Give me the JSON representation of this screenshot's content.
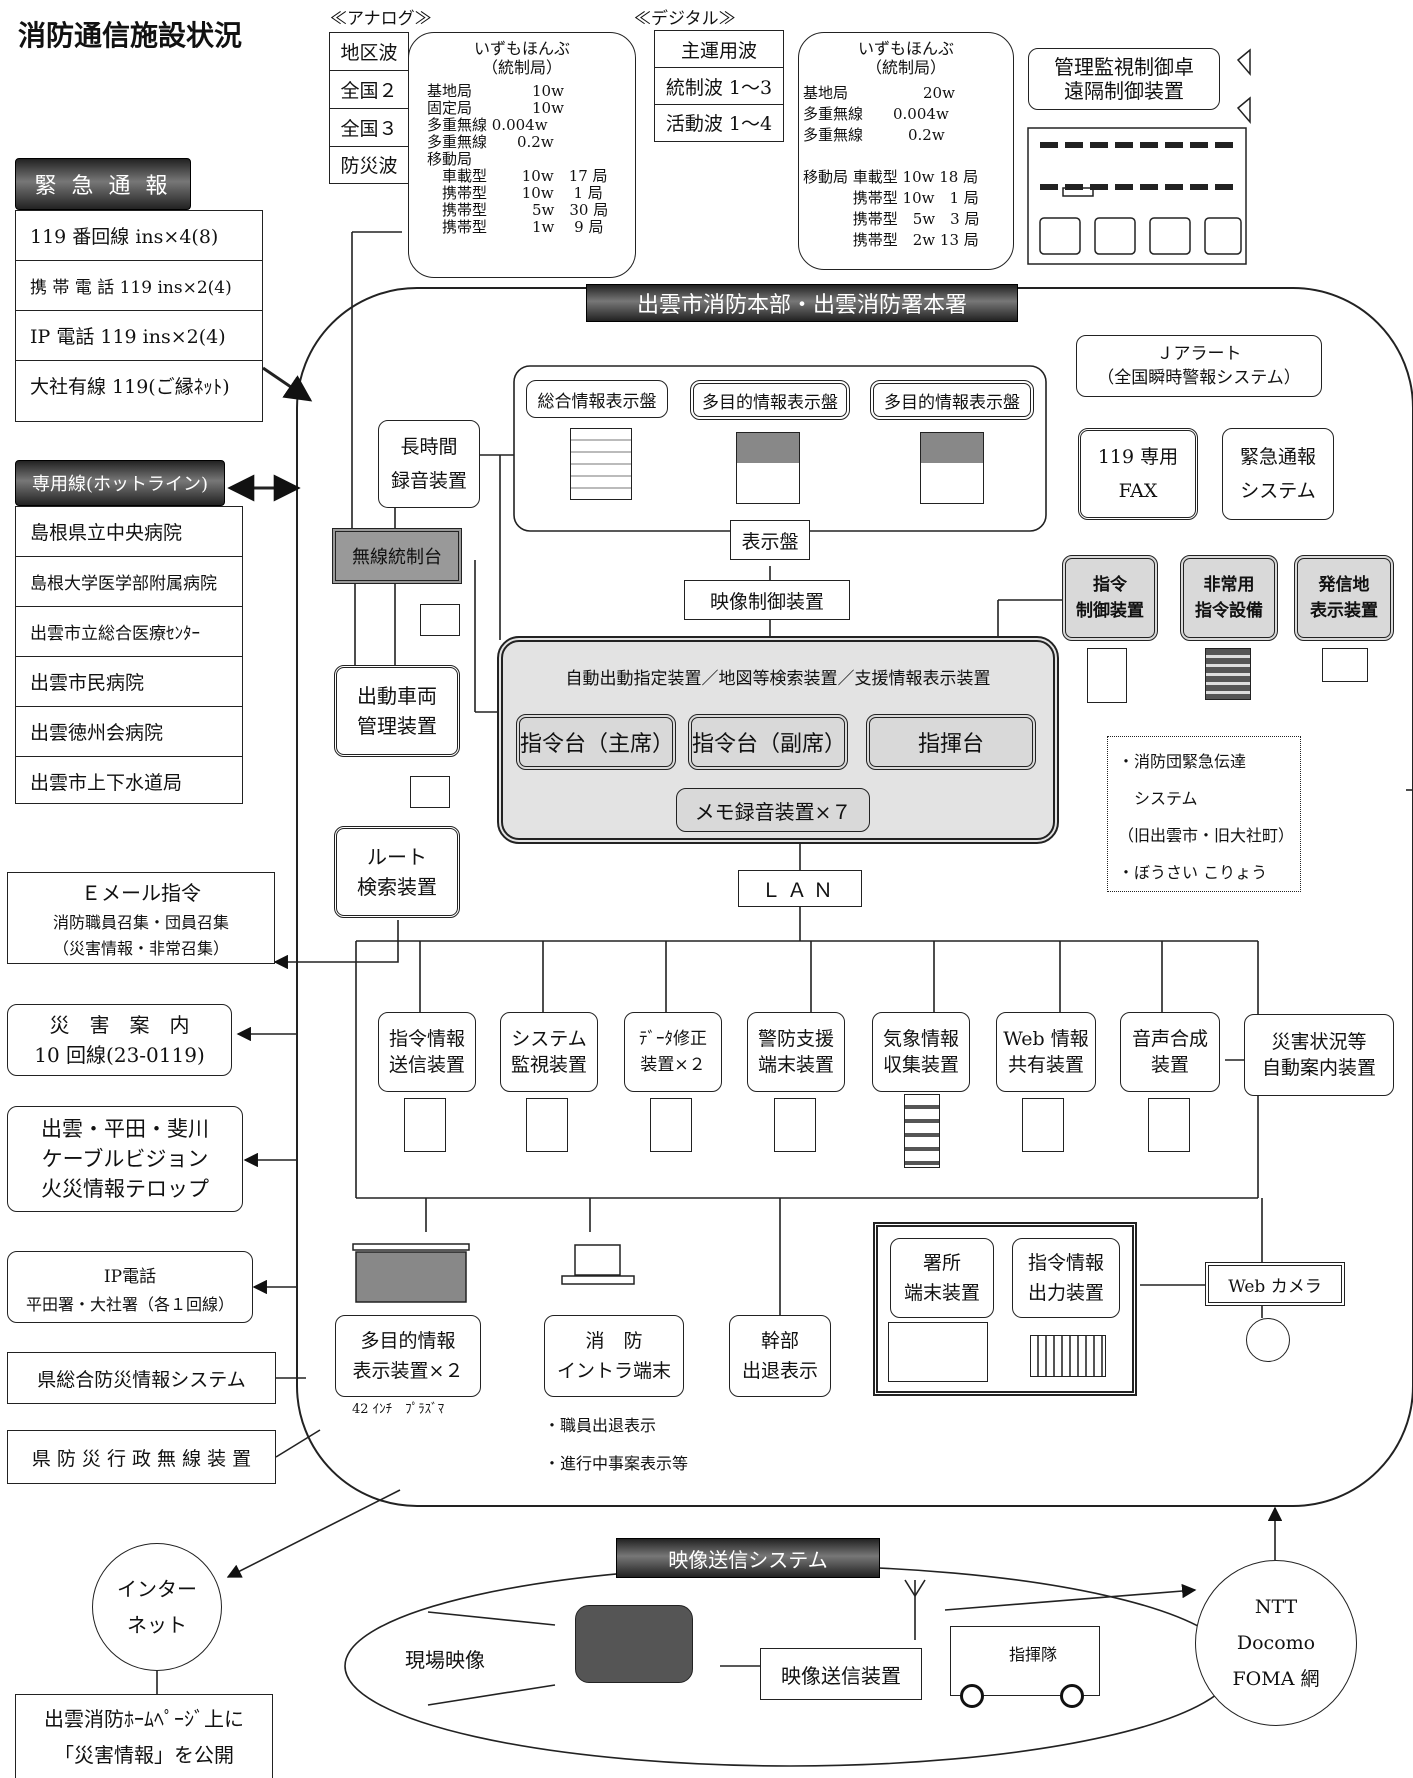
{
  "title": "消防通信施設状況",
  "analog": {
    "label": "≪アナログ≫",
    "channels": [
      "地区波",
      "全国２",
      "全国３",
      "防災波"
    ],
    "station_title": "いずもほんぶ\n（統制局）",
    "station_lines": "基地局　　　　10w\n固定局　　　　10w\n多重無線 0.004w\n多重無線　　0.2w\n移動局\n　車載型　　 10w　17 局\n　携帯型　　 10w　 1 局\n　携帯型　　　5w　30 局\n　携帯型　　　1w　 9 局"
  },
  "digital": {
    "label": "≪デジタル≫",
    "channels": [
      "主運用波",
      "統制波 1～3",
      "活動波 1～4"
    ],
    "station_title": "いずもほんぶ\n（統制局）",
    "station_lines": "基地局　　　　　20w\n多重無線　　0.004w\n多重無線　　　0.2w\n\n移動局 車載型 10w 18 局\n　　　 携帯型 10w　1 局\n　　　 携帯型　5w　3 局\n　　　 携帯型　2w 13 局"
  },
  "control_desk": "管理監視制御卓\n遠隔制御装置",
  "emergency": {
    "header": "緊 急 通 報",
    "items": [
      "119 番回線 ins×4(8)",
      "携 帯 電 話 119 ins×2(4)",
      "IP 電話 119 ins×2(4)",
      "大社有線 119(ご縁ﾈｯﾄ)"
    ]
  },
  "hotline": {
    "header": "専用線(ホットライン)",
    "items": [
      "島根県立中央病院",
      "島根大学医学部附属病院",
      "出雲市立総合医療ｾﾝﾀｰ",
      "出雲市民病院",
      "出雲徳州会病院",
      "出雲市上下水道局"
    ]
  },
  "hq_title": "出雲市消防本部・出雲消防署本署",
  "j_alert": "Ｊアラート\n（全国瞬時警報システム）",
  "display_boards": [
    "総合情報表示盤",
    "多目的情報表示盤",
    "多目的情報表示盤"
  ],
  "display_panel": "表示盤",
  "video_control": "映像制御装置",
  "long_recorder": "長時間\n録音装置",
  "radio_console": "無線統制台",
  "vehicle_mgmt": "出動車両\n管理装置",
  "route_search": "ルート\n検索装置",
  "fax": "119 専用\nFAX",
  "emergency_sys": "緊急通報\nシステム",
  "cmd_devices": [
    "指令\n制御装置",
    "非常用\n指令設備",
    "発信地\n表示装置"
  ],
  "central": {
    "title": "自動出動指定装置／地図等検索装置／支援情報表示装置",
    "desks": [
      "指令台（主席）",
      "指令台（副席）",
      "指揮台"
    ],
    "memo": "メモ録音装置×７"
  },
  "brigade_note": "・消防団緊急伝達\n　システム\n（旧出雲市・旧大社町）\n・ぼうさい こりょう",
  "lan": "ＬＡＮ",
  "email": {
    "title": "Ｅメール指令",
    "line1": "消防職員召集・団員召集",
    "line2": "（災害情報・非常召集）"
  },
  "disaster_guide": "災　害　案　内\n10 回線(23-0119)",
  "cable_tv": "出雲・平田・斐川\nケーブルビジョン\n火災情報テロップ",
  "ip_phone": {
    "title": "IP電話",
    "line": "平田署・大社署（各１回線）"
  },
  "pref_system": "県総合防災情報システム",
  "pref_radio": "県 防 災 行 政 無 線 装 置",
  "terminals": [
    "指令情報\n送信装置",
    "システム\n監視装置",
    "ﾃﾞｰﾀ修正\n装置×２",
    "警防支援\n端末装置",
    "気象情報\n収集装置",
    "Web 情報\n共有装置",
    "音声合成\n装置"
  ],
  "auto_guide": "災害状況等\n自動案内装置",
  "multi_display": "多目的情報\n表示装置×２",
  "plasma": "42 ｲﾝﾁ　ﾌﾟﾗｽﾞﾏ",
  "intranet": "消　防\nイントラ端末",
  "exec_display": "幹部\n出退表示",
  "intranet_notes": [
    "・職員出退表示",
    "・進行中事案表示等"
  ],
  "station_terminal": "署所\n端末装置",
  "cmd_output": "指令情報\n出力装置",
  "web_camera": "Web カメラ",
  "internet": "インター\nネット",
  "homepage": "出雲消防ﾎｰﾑﾍﾟｰｼﾞ上に\n「災害情報」を公開",
  "video_tx": {
    "header": "映像送信システム",
    "scene": "現場映像",
    "device": "映像送信装置",
    "unit": "指揮隊"
  },
  "ntt": "NTT\nDocomo\nFOMA 網"
}
